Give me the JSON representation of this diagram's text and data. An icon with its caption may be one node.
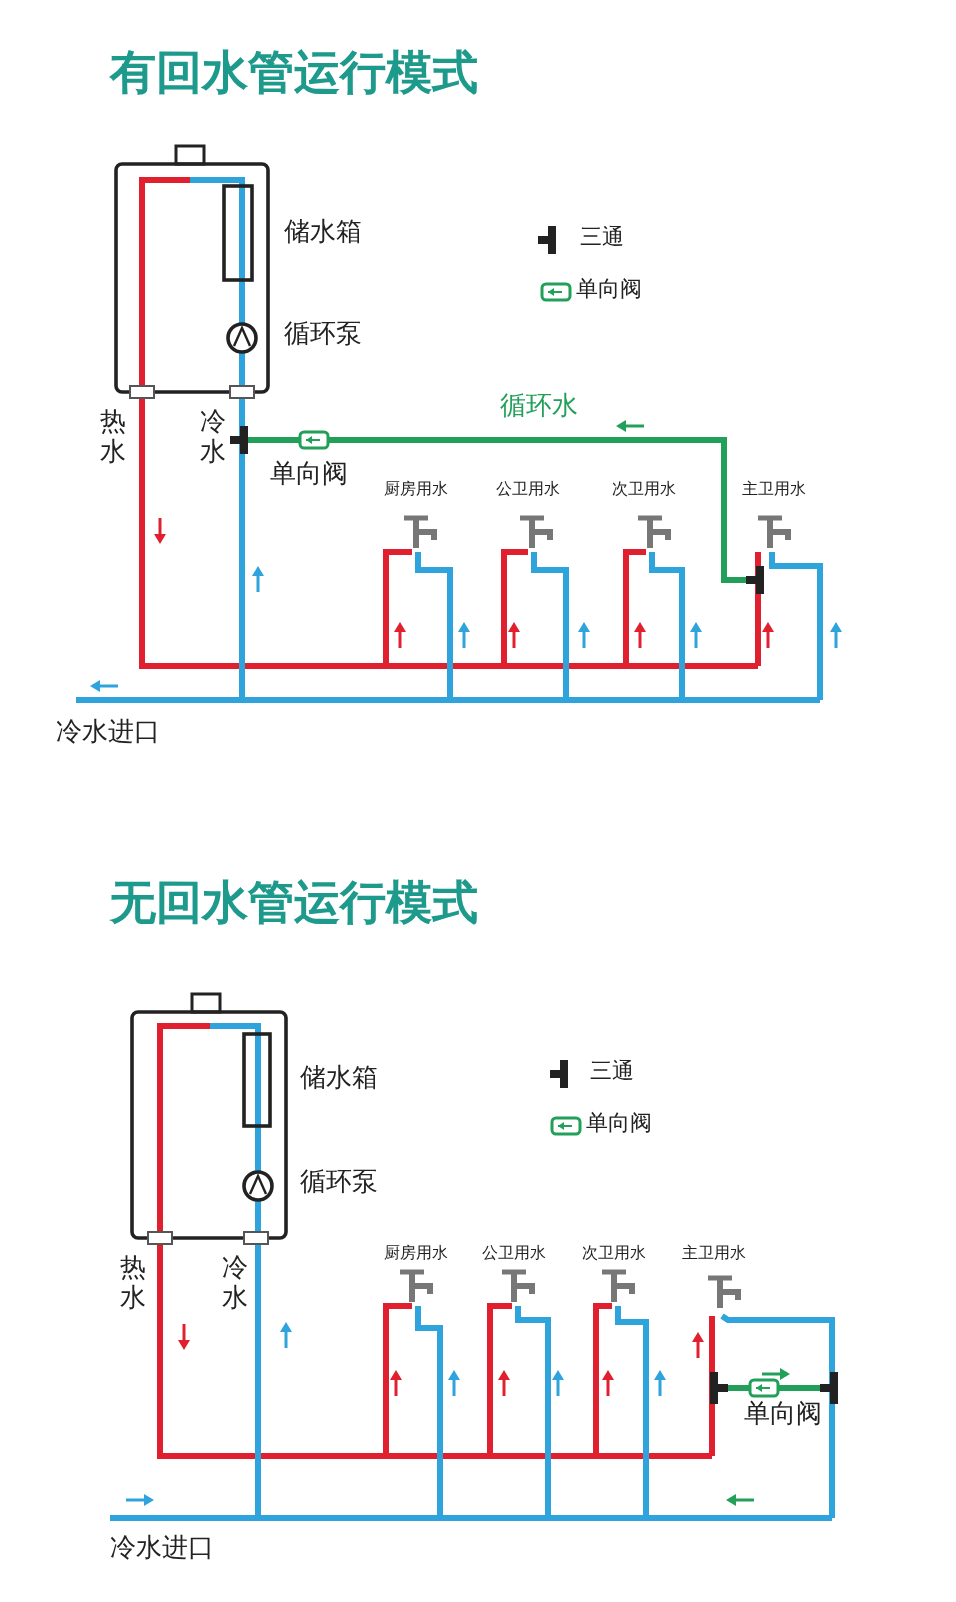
{
  "diagram": {
    "labels": [
      "有回水管运行模式",
      "储水箱",
      "三通",
      "单向阀",
      "循环泵",
      "循环水",
      "热水",
      "冷水",
      "单向阀",
      "厨房用水",
      "公卫用水",
      "次卫用水",
      "主卫用水",
      "冷水进口",
      "无回水管运行模式",
      "储水箱",
      "三通",
      "单向阀",
      "循环泵",
      "热水",
      "冷水",
      "厨房用水",
      "公卫用水",
      "次卫用水",
      "主卫用水",
      "单向阀",
      "冷水进口"
    ]
  }
}
